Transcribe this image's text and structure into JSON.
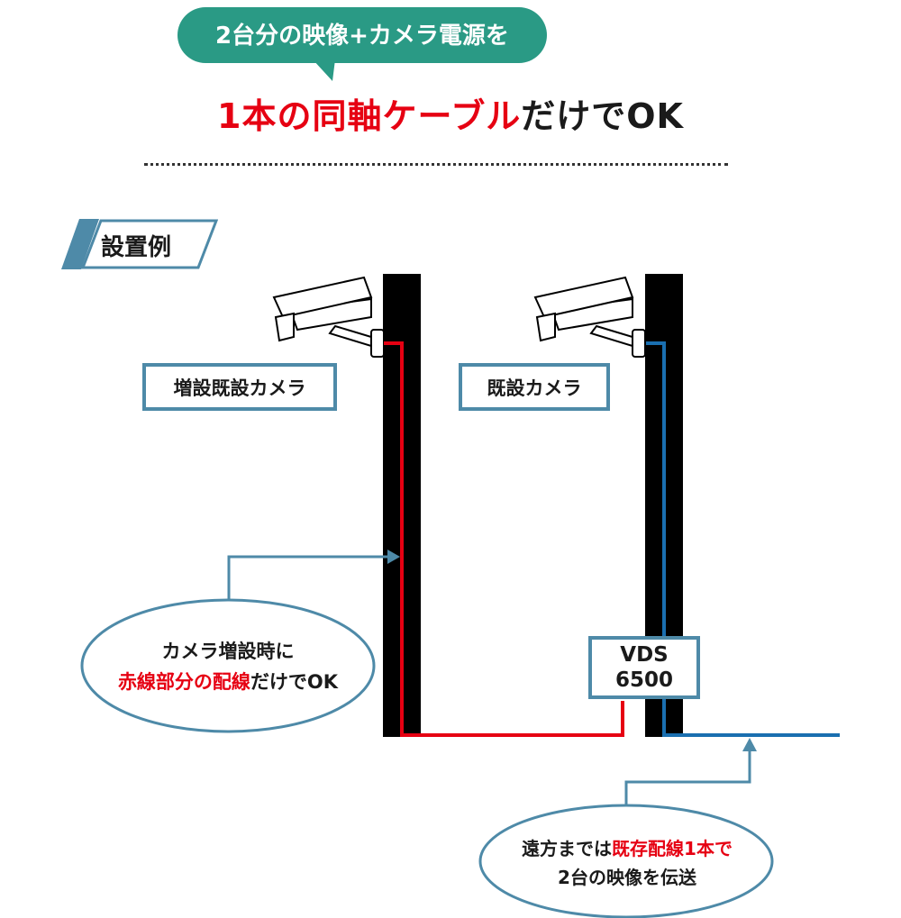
{
  "header": {
    "bubble_text": "2台分の映像+カメラ電源を",
    "headline_red": "1本の同軸ケーブル",
    "headline_black": "だけでOK"
  },
  "section": {
    "tag_label": "設置例"
  },
  "cameras": {
    "added_label": "増設既設カメラ",
    "existing_label": "既設カメラ"
  },
  "device": {
    "line1": "VDS",
    "line2": "6500"
  },
  "callouts": {
    "left_line1": "カメラ増設時に",
    "left_red": "赤線部分の配線",
    "left_black": "だけでOK",
    "right_black1": "遠方までは",
    "right_red": "既存配線1本で",
    "right_line2": "2台の映像を伝送"
  },
  "colors": {
    "teal": "#2a9a85",
    "accent_blue": "#4e8aa8",
    "red_line": "#e60012",
    "blue_line": "#1a6fb0"
  },
  "icons": [
    "camera-icon",
    "camera-icon"
  ]
}
